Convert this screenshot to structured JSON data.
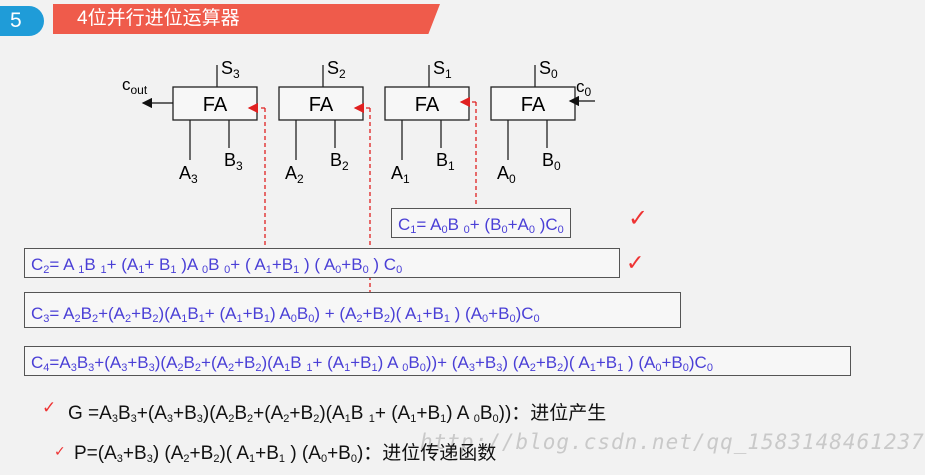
{
  "header": {
    "number": "5",
    "title": "4位并行进位运算器"
  },
  "circuit": {
    "fa_label": "FA",
    "sum_labels": [
      "S3",
      "S2",
      "S1",
      "S0"
    ],
    "a_labels": [
      "A3",
      "A2",
      "A1",
      "A0"
    ],
    "b_labels": [
      "B3",
      "B2",
      "B1",
      "B0"
    ],
    "cout_label": "cout",
    "cin_label": "c0"
  },
  "formulas": {
    "c1": "C1= A0B 0+ (B0+A0 )C0",
    "c2": "C2= A 1B 1+ (A1+ B1 )A 0B 0+ ( A1+B1 ) ( A0+B0 ) C0",
    "c3": "C3= A2B2+(A2+B2)(A1B1+ (A1+B1) A0B0) + (A2+B2)( A1+B1 ) (A0+B0)C0",
    "c4": "C4=A3B3+(A3+B3)(A2B2+(A2+B2)(A1B 1+ (A1+B1) A 0B0))+ (A3+B3) (A2+B2)( A1+B1 ) (A0+B0)C0",
    "g": "G =A3B3+(A3+B3)(A2B2+(A2+B2)(A1B 1+ (A1+B1) A 0B0))：进位产生",
    "p": "P=(A3+B3) (A2+B2)( A1+B1 ) (A0+B0)：进位传递函数"
  },
  "watermark": "http://blog.csdn.net/qq_1583148461237",
  "colors": {
    "badge": "#1f9cd8",
    "title_bar": "#ef5b4b",
    "formula_text": "#4a3fd6",
    "dashed_red": "#e02020",
    "check_mark": "#e33333"
  }
}
